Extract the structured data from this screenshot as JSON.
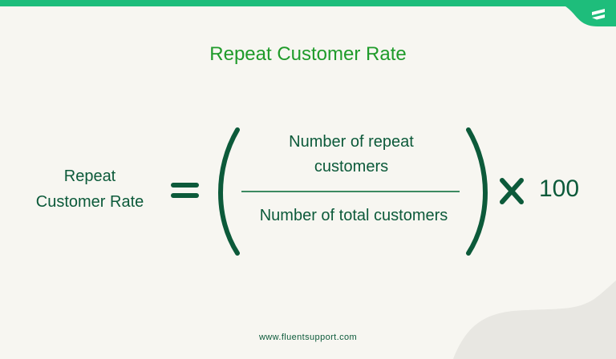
{
  "header": {
    "title": "Repeat Customer Rate",
    "brand_color": "#1ebd7b",
    "logo_icon": "fluent-support-logo-icon"
  },
  "formula": {
    "lhs": [
      "Repeat",
      "Customer Rate"
    ],
    "equals_symbol": "=",
    "numerator": [
      "Number of repeat",
      "customers"
    ],
    "denominator": "Number of total customers",
    "multiply_symbol": "×",
    "multiplier": "100",
    "text_color": "#0c5a3a",
    "title_color": "#1f9b2a"
  },
  "footer": {
    "website": "www.fluentsupport.com"
  }
}
